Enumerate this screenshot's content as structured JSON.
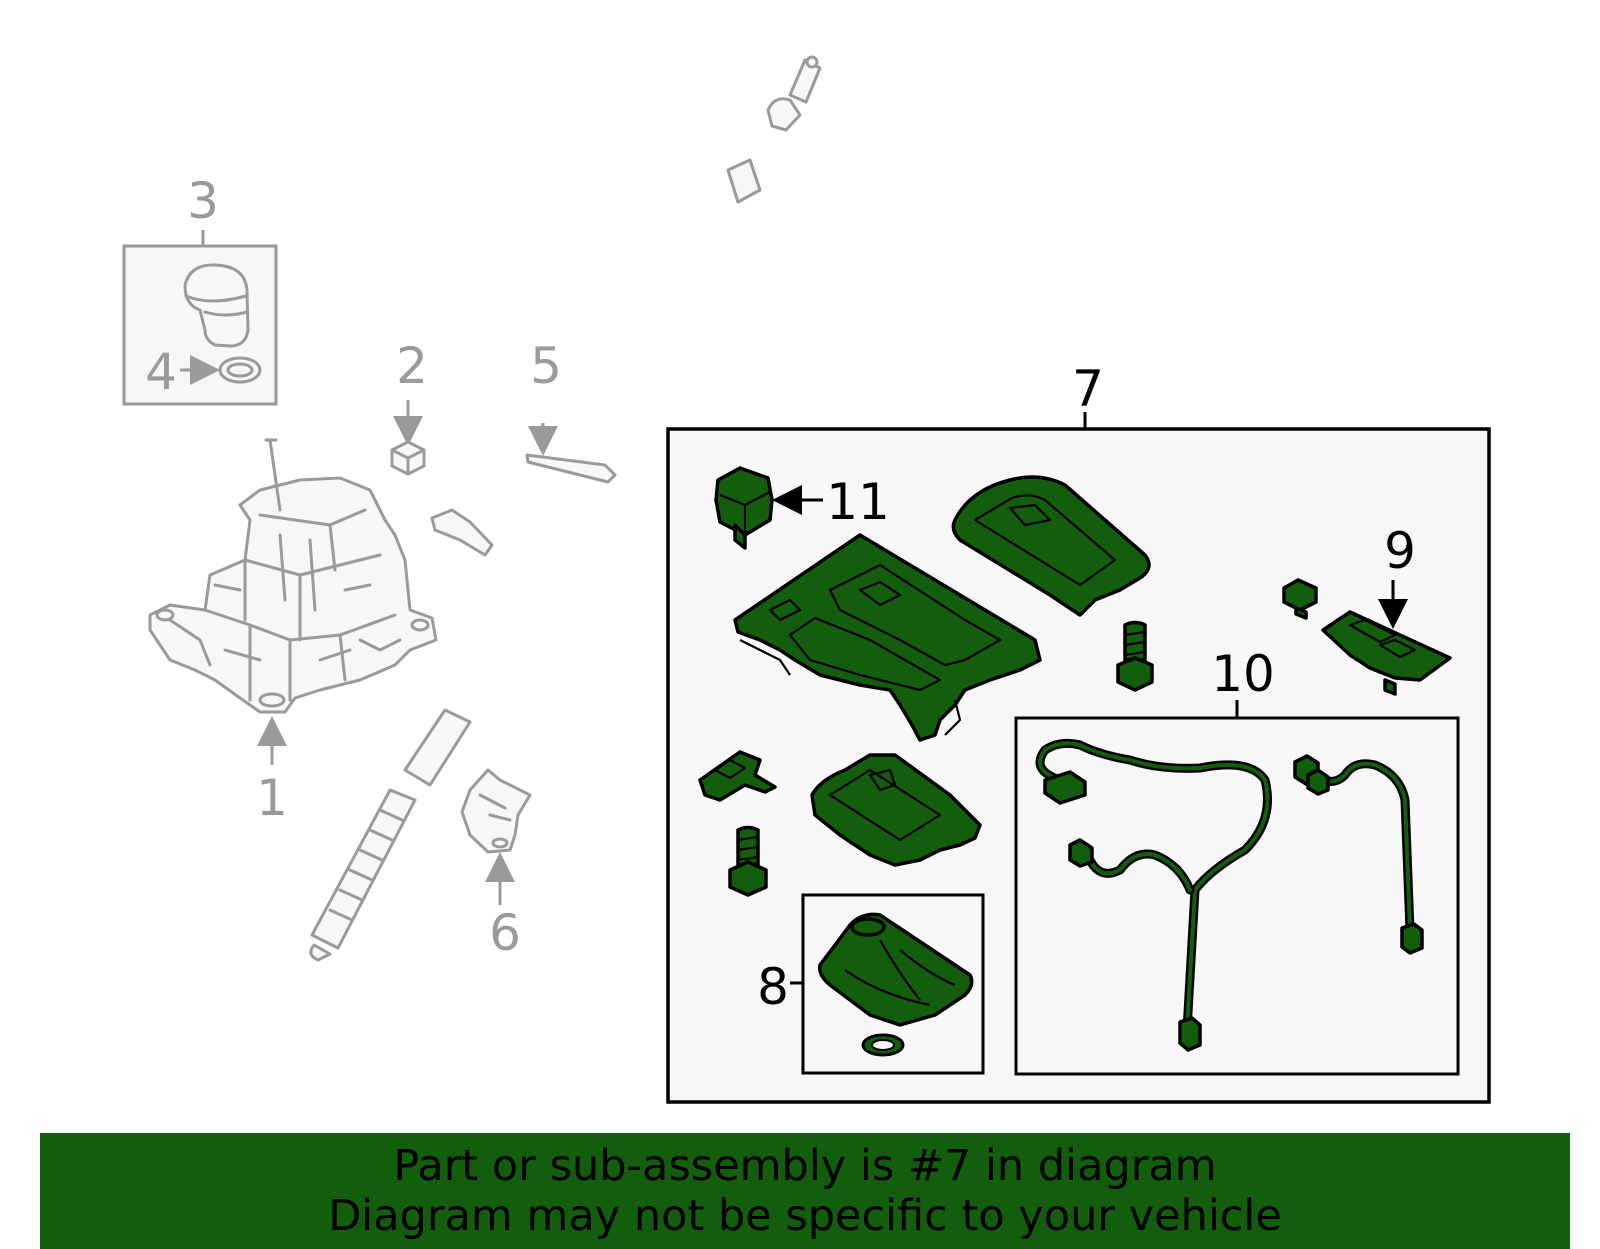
{
  "callouts": {
    "c1": "1",
    "c2": "2",
    "c3": "3",
    "c4": "4",
    "c5": "5",
    "c6": "6",
    "c7": "7",
    "c8": "8",
    "c9": "9",
    "c10": "10",
    "c11": "11"
  },
  "banner": {
    "line1": "Part or sub-assembly is #7 in diagram",
    "line2": "Diagram may not be specific to your vehicle"
  },
  "colors": {
    "highlight": "#135e0c",
    "reference_parts": "#9a9a9a",
    "panel_background": "#f7f7f7"
  }
}
